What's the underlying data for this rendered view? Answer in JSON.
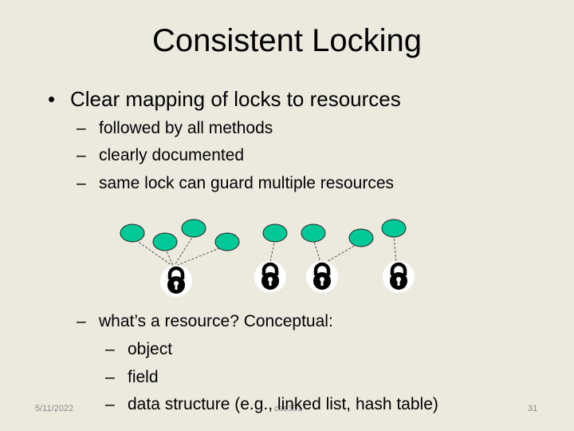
{
  "slide": {
    "title": "Consistent Locking",
    "bullet": "Clear mapping of locks to resources",
    "bullet_mark": "•",
    "sub_items": [
      "followed by all methods",
      "clearly documented",
      "same lock can guard multiple resources"
    ],
    "question": "what’s a resource?  Conceptual:",
    "conceptual_items": [
      "object",
      "field",
      "data structure (e.g., linked list, hash table)"
    ],
    "dash": "–"
  },
  "footer": {
    "date": "5/11/2022",
    "course": "cse331",
    "page_number": "31"
  },
  "diagram": {
    "resource_color": "#00C896",
    "lock_color": "#000000",
    "lock_icon": "padlock-icon"
  }
}
